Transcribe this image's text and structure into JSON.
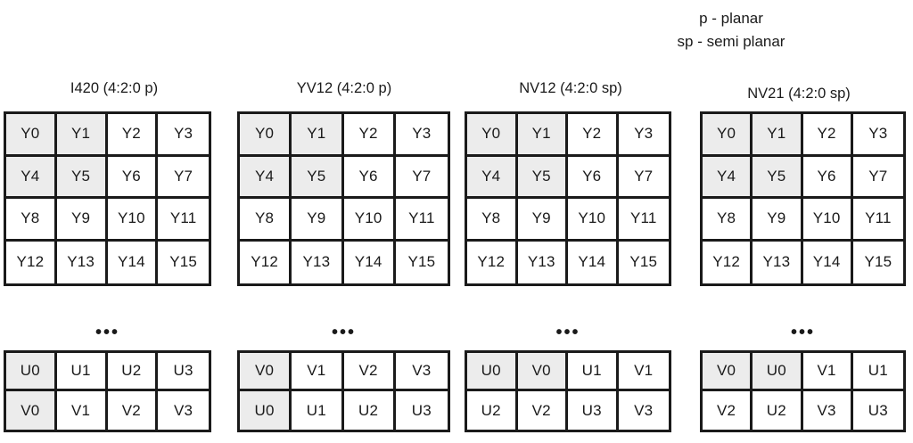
{
  "legend": {
    "lines": [
      "p - planar",
      "sp - semi planar"
    ]
  },
  "colors": {
    "background": "#ffffff",
    "text": "#1a1a1a",
    "grid_line": "#1a1a1a",
    "highlight_cell": "#ececec"
  },
  "ellipsis": "•••",
  "formats": [
    {
      "title": "I420 (4:2:0 p)",
      "luma": {
        "rows": [
          [
            "Y0",
            "Y1",
            "Y2",
            "Y3"
          ],
          [
            "Y4",
            "Y5",
            "Y6",
            "Y7"
          ],
          [
            "Y8",
            "Y9",
            "Y10",
            "Y11"
          ],
          [
            "Y12",
            "Y13",
            "Y14",
            "Y15"
          ]
        ],
        "highlighted": [
          "Y0",
          "Y1",
          "Y4",
          "Y5"
        ]
      },
      "chroma": {
        "rows": [
          [
            "U0",
            "U1",
            "U2",
            "U3"
          ],
          [
            "V0",
            "V1",
            "V2",
            "V3"
          ]
        ],
        "highlighted": [
          "U0",
          "V0"
        ]
      }
    },
    {
      "title": "YV12 (4:2:0 p)",
      "luma": {
        "rows": [
          [
            "Y0",
            "Y1",
            "Y2",
            "Y3"
          ],
          [
            "Y4",
            "Y5",
            "Y6",
            "Y7"
          ],
          [
            "Y8",
            "Y9",
            "Y10",
            "Y11"
          ],
          [
            "Y12",
            "Y13",
            "Y14",
            "Y15"
          ]
        ],
        "highlighted": [
          "Y0",
          "Y1",
          "Y4",
          "Y5"
        ]
      },
      "chroma": {
        "rows": [
          [
            "V0",
            "V1",
            "V2",
            "V3"
          ],
          [
            "U0",
            "U1",
            "U2",
            "U3"
          ]
        ],
        "highlighted": [
          "V0",
          "U0"
        ]
      }
    },
    {
      "title": "NV12 (4:2:0 sp)",
      "luma": {
        "rows": [
          [
            "Y0",
            "Y1",
            "Y2",
            "Y3"
          ],
          [
            "Y4",
            "Y5",
            "Y6",
            "Y7"
          ],
          [
            "Y8",
            "Y9",
            "Y10",
            "Y11"
          ],
          [
            "Y12",
            "Y13",
            "Y14",
            "Y15"
          ]
        ],
        "highlighted": [
          "Y0",
          "Y1",
          "Y4",
          "Y5"
        ]
      },
      "chroma": {
        "rows": [
          [
            "U0",
            "V0",
            "U1",
            "V1"
          ],
          [
            "U2",
            "V2",
            "U3",
            "V3"
          ]
        ],
        "highlighted": [
          "U0",
          "V0"
        ]
      }
    },
    {
      "title": "NV21 (4:2:0 sp)",
      "luma": {
        "rows": [
          [
            "Y0",
            "Y1",
            "Y2",
            "Y3"
          ],
          [
            "Y4",
            "Y5",
            "Y6",
            "Y7"
          ],
          [
            "Y8",
            "Y9",
            "Y10",
            "Y11"
          ],
          [
            "Y12",
            "Y13",
            "Y14",
            "Y15"
          ]
        ],
        "highlighted": [
          "Y0",
          "Y1",
          "Y4",
          "Y5"
        ]
      },
      "chroma": {
        "rows": [
          [
            "V0",
            "U0",
            "V1",
            "U1"
          ],
          [
            "V2",
            "U2",
            "V3",
            "U3"
          ]
        ],
        "highlighted": [
          "V0",
          "U0"
        ]
      }
    }
  ]
}
